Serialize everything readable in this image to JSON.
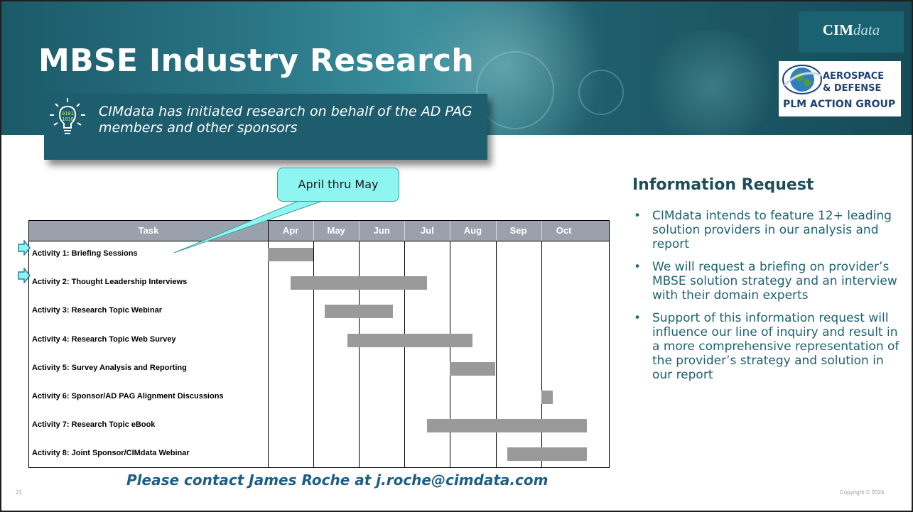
{
  "slide": {
    "title": "MBSE Industry Research",
    "brand_part1": "CIM",
    "brand_part2": "data",
    "partner_logo": {
      "line1": "AEROSPACE",
      "line2": "& DEFENSE",
      "line3": "PLM ACTION GROUP"
    },
    "callout_text": "CIMdata has initiated research on behalf of the AD PAG members and other sponsors",
    "bubble_text": "April thru May",
    "contact_text": "Please contact James Roche at j.roche@cimdata.com",
    "page_number": "21",
    "copyright": "Copyright © 2024"
  },
  "info": {
    "title": "Information Request",
    "bullets": [
      "CIMdata intends to feature 12+ leading solution providers in our analysis and report",
      "We will request a briefing on provider’s MBSE solution strategy and an interview with their domain experts",
      "Support of this information request will influence our line of inquiry and result in a more comprehensive representation of the provider’s strategy and solution in our report"
    ]
  },
  "colors": {
    "header_teal": "#1d5d6d",
    "bar_gray": "#9a9a9a",
    "header_row_gray": "#9aa1ac",
    "bubble_cyan": "#8ff5f0",
    "text_teal": "#1e6272"
  },
  "chart_data": {
    "type": "gantt",
    "task_header": "Task",
    "months": [
      "Apr",
      "May",
      "Jun",
      "Jul",
      "Aug",
      "Sep",
      "Oct"
    ],
    "tasks": [
      {
        "name": "Activity 1: Briefing Sessions",
        "start": 0.0,
        "end": 1.0,
        "highlighted": true
      },
      {
        "name": "Activity 2: Thought Leadership Interviews",
        "start": 0.5,
        "end": 3.5,
        "highlighted": true
      },
      {
        "name": "Activity 3: Research Topic Webinar",
        "start": 1.25,
        "end": 2.75,
        "highlighted": false
      },
      {
        "name": "Activity 4: Research Topic Web Survey",
        "start": 1.75,
        "end": 4.5,
        "highlighted": false
      },
      {
        "name": "Activity 5: Survey Analysis and Reporting",
        "start": 4.0,
        "end": 5.0,
        "highlighted": false
      },
      {
        "name": "Activity 6: Sponsor/AD PAG Alignment Discussions",
        "start": 6.0,
        "end": 6.25,
        "highlighted": false
      },
      {
        "name": "Activity 7: Research Topic eBook",
        "start": 3.5,
        "end": 7.0,
        "highlighted": false
      },
      {
        "name": "Activity 8: Joint Sponsor/CIMdata Webinar",
        "start": 5.25,
        "end": 7.0,
        "highlighted": false
      }
    ],
    "units": "months (0 = start of Apr)"
  }
}
